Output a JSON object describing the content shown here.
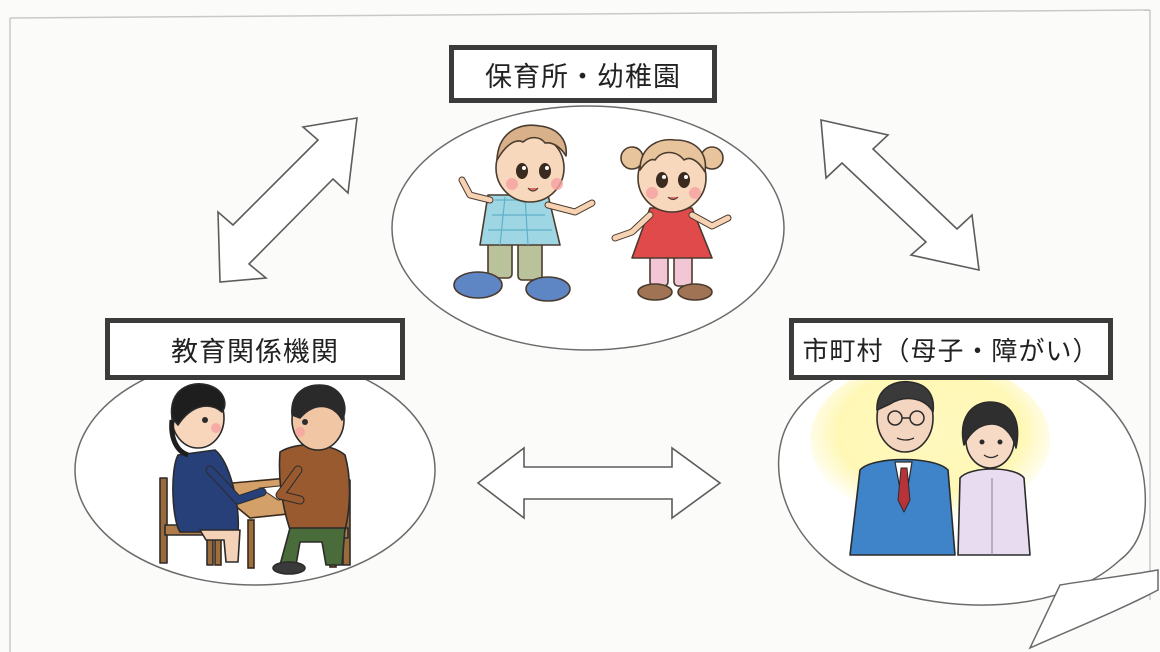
{
  "nodes": {
    "top": {
      "label": "保育所・幼稚園"
    },
    "left": {
      "label": "教育関係機関"
    },
    "right": {
      "label": "市町村（母子・障がい）"
    }
  },
  "colors": {
    "outline": "#3b3b3b",
    "page": "#fbfbfa",
    "glow": "#fff6a8",
    "suit_blue": "#3f83c8",
    "dress_red": "#e04a4a",
    "teacher_navy": "#27407a",
    "brown_shirt": "#9a5a30"
  },
  "icons": [
    "boy-icon",
    "girl-icon",
    "teacher-icon",
    "parent-icon",
    "table-icon",
    "official-man-icon",
    "official-woman-icon"
  ]
}
